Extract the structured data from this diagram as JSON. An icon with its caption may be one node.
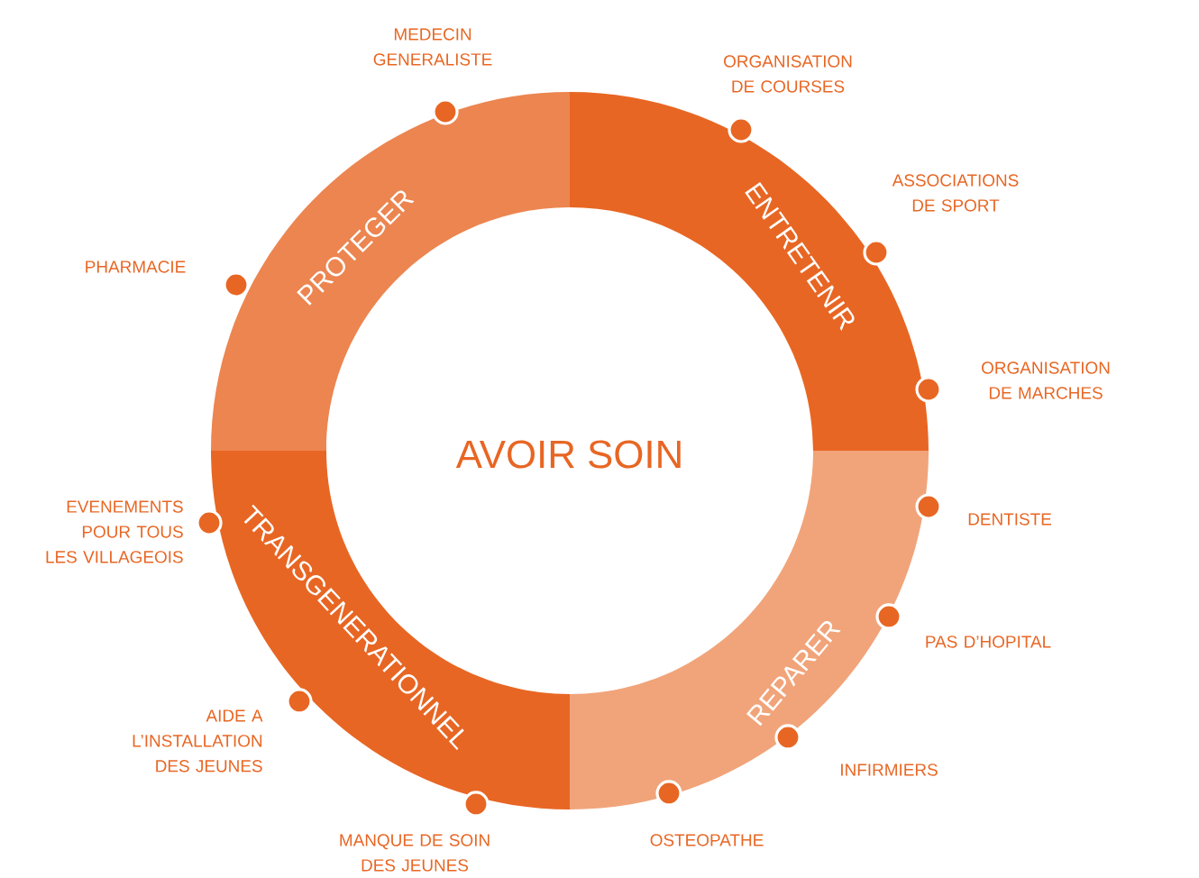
{
  "diagram": {
    "nodes": [
      {
        "text": [
          "AVOIR SOIN"
        ]
      },
      {
        "text": [
          "PROTEGER"
        ]
      },
      {
        "text": [
          "ENTRETENIR"
        ]
      },
      {
        "text": [
          "REPARER"
        ]
      },
      {
        "text": [
          "TRANSGENERATIONNEL"
        ]
      }
    ],
    "labels": [
      "MEDECIN GENERALISTE",
      "ORGANISATION DE COURSES",
      "PHARMACIE",
      "ASSOCIATIONS DE SPORT",
      "ORGANISATION DE MARCHES",
      "EVENEMENTS POUR TOUS LES VILLAGEOIS",
      "DENTISTE",
      "PAS D’HOPITAL",
      "AIDE A L’INSTALLATION DES JEUNES",
      "INFIRMIERS",
      "MANQUE DE SOIN DES JEUNES",
      "OSTEOPATHE"
    ]
  }
}
